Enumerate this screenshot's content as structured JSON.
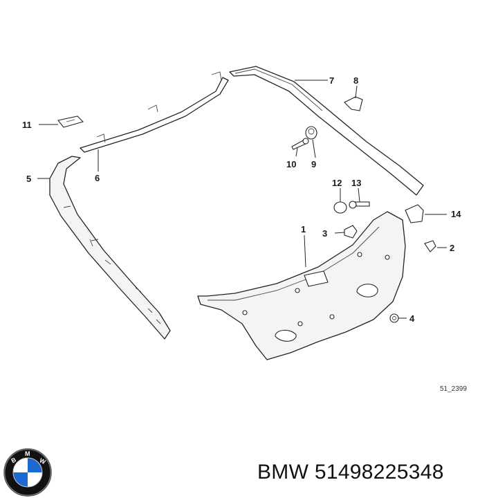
{
  "callouts": {
    "c1": "1",
    "c2": "2",
    "c3": "3",
    "c4": "4",
    "c5": "5",
    "c6": "6",
    "c7": "7",
    "c8": "8",
    "c9": "9",
    "c10": "10",
    "c11": "11",
    "c12": "12",
    "c13": "13",
    "c14": "14"
  },
  "reference_code": "51_2399",
  "caption": "BMW 51498225348",
  "logo": {
    "icon": "bmw-roundel-icon",
    "lettering": "BMW",
    "colors": {
      "ring": "#111111",
      "blue": "#1c69d4",
      "white": "#ffffff"
    }
  }
}
